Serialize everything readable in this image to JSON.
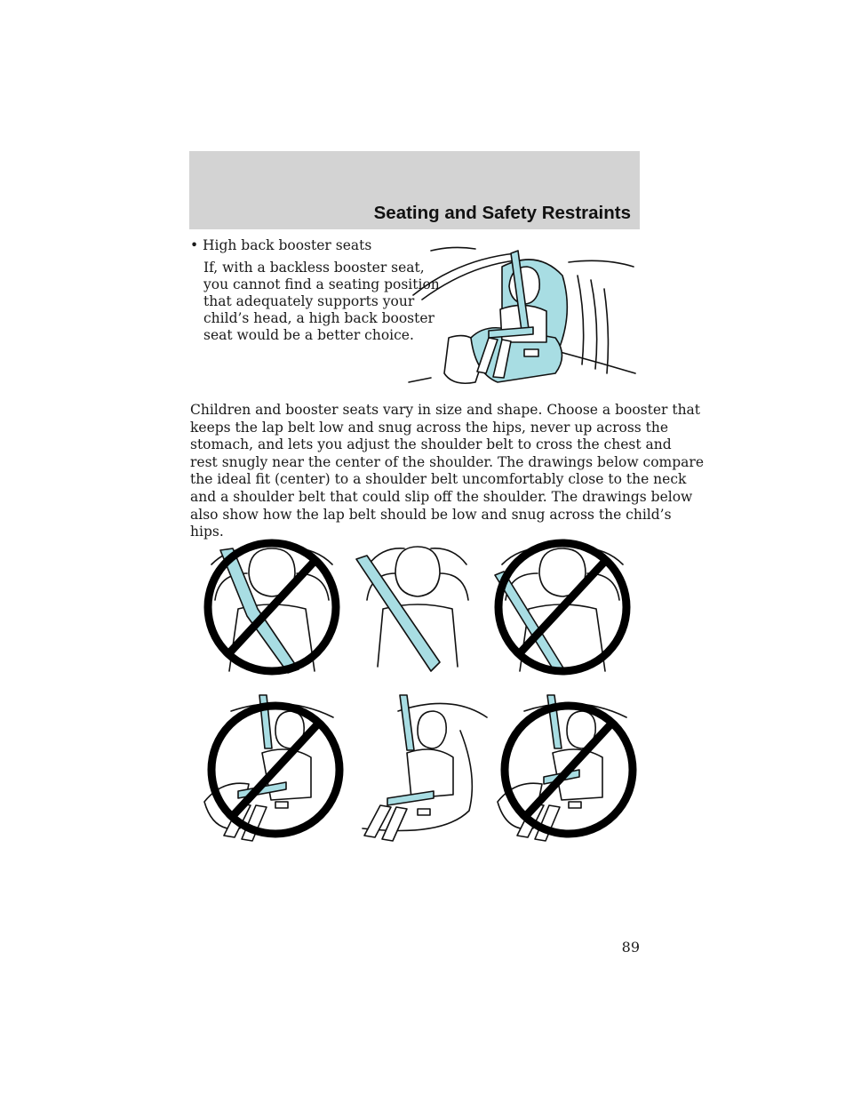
{
  "header": {
    "title": "Seating and Safety Restraints"
  },
  "bullet": {
    "symbol": "•",
    "text": "High back booster seats"
  },
  "intro_lines": [
    "If, with a backless booster seat,",
    "you cannot find a seating position",
    "that adequately supports your",
    "child’s head, a high back booster",
    "seat would be a better choice."
  ],
  "body_lines": [
    "Children and booster seats vary in size and shape. Choose a booster that",
    "keeps the lap belt low and snug across the hips, never up across the",
    "stomach, and lets you adjust the shoulder belt to cross the chest and",
    "rest snugly near the center of the shoulder. The drawings below compare",
    "the ideal fit (center) to a shoulder belt uncomfortably close to the neck",
    "and a shoulder belt that could slip off the shoulder. The drawings below",
    "also show how the lap belt should be low and snug across the child’s",
    "hips."
  ],
  "page_number": "89",
  "colors": {
    "belt_blue": "#a8dde3",
    "header_band": "#d3d3d3"
  },
  "icons": [
    "prohibited-icon"
  ]
}
